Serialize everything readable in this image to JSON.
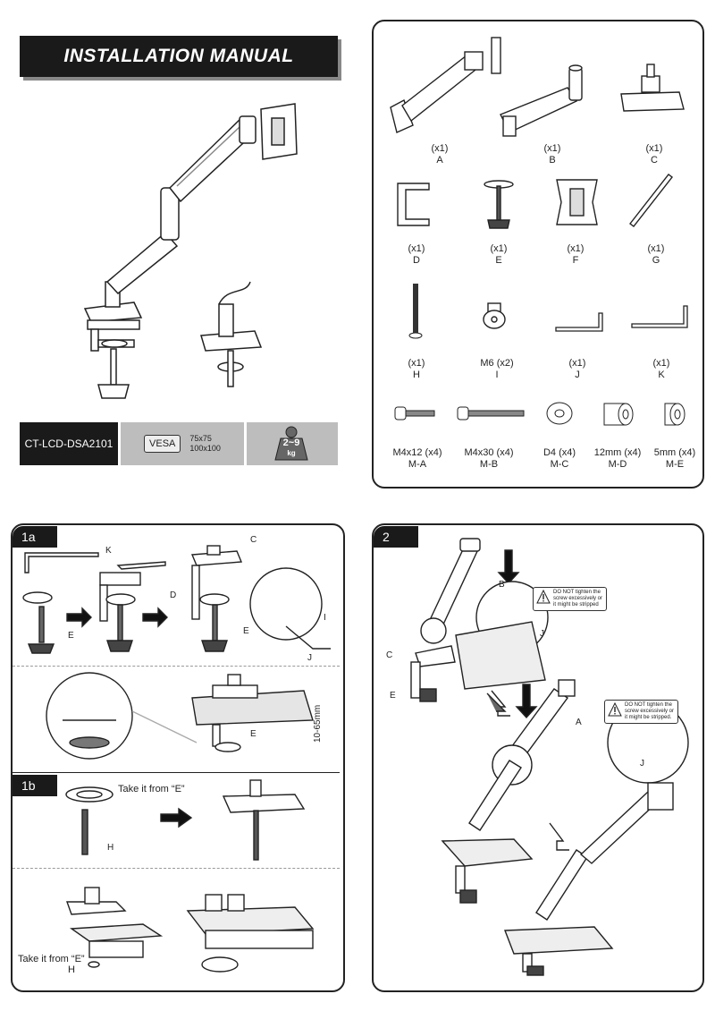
{
  "header": {
    "title": "INSTALLATION MANUAL"
  },
  "specs": {
    "model": "CT-LCD-DSA2101",
    "vesa_label": "VESA",
    "vesa_sizes": [
      "75x75",
      "100x100"
    ],
    "weight_range": "2~9",
    "weight_unit": "kg"
  },
  "parts": [
    {
      "qty": "(x1)",
      "id": "A"
    },
    {
      "qty": "(x1)",
      "id": "B"
    },
    {
      "qty": "(x1)",
      "id": "C"
    },
    {
      "qty": "(x1)",
      "id": "D"
    },
    {
      "qty": "(x1)",
      "id": "E"
    },
    {
      "qty": "(x1)",
      "id": "F"
    },
    {
      "qty": "(x1)",
      "id": "G"
    },
    {
      "qty": "(x1)",
      "id": "H"
    },
    {
      "qty": "M6 (x2)",
      "id": "I"
    },
    {
      "qty": "(x1)",
      "id": "J"
    },
    {
      "qty": "(x1)",
      "id": "K"
    },
    {
      "qty": "M4x12 (x4)",
      "id": "M-A"
    },
    {
      "qty": "M4x30 (x4)",
      "id": "M-B"
    },
    {
      "qty": "D4 (x4)",
      "id": "M-C"
    },
    {
      "qty": "12mm (x4)",
      "id": "M-D"
    },
    {
      "qty": "5mm (x4)",
      "id": "M-E"
    }
  ],
  "steps": {
    "s1a": {
      "tab": "1a",
      "labels": {
        "K": "K",
        "C": "C",
        "D": "D",
        "E1": "E",
        "E2": "E",
        "I": "I",
        "J": "J",
        "E3": "E"
      },
      "thickness": "10-65mm"
    },
    "s1b": {
      "tab": "1b",
      "take_from_1": "Take it from “E”",
      "take_from_2": "Take it from “E”",
      "H1": "H",
      "H2": "H"
    },
    "s2": {
      "tab": "2",
      "labels": {
        "B": "B",
        "J1": "J",
        "C": "C",
        "E": "E",
        "A": "A",
        "J2": "J"
      },
      "warning": [
        "DO NOT tighten the",
        "screw excessively or",
        "it might be stripped"
      ],
      "warning2": [
        "DO NOT tighten the",
        "screw excessively or",
        "it might be stripped."
      ]
    }
  }
}
